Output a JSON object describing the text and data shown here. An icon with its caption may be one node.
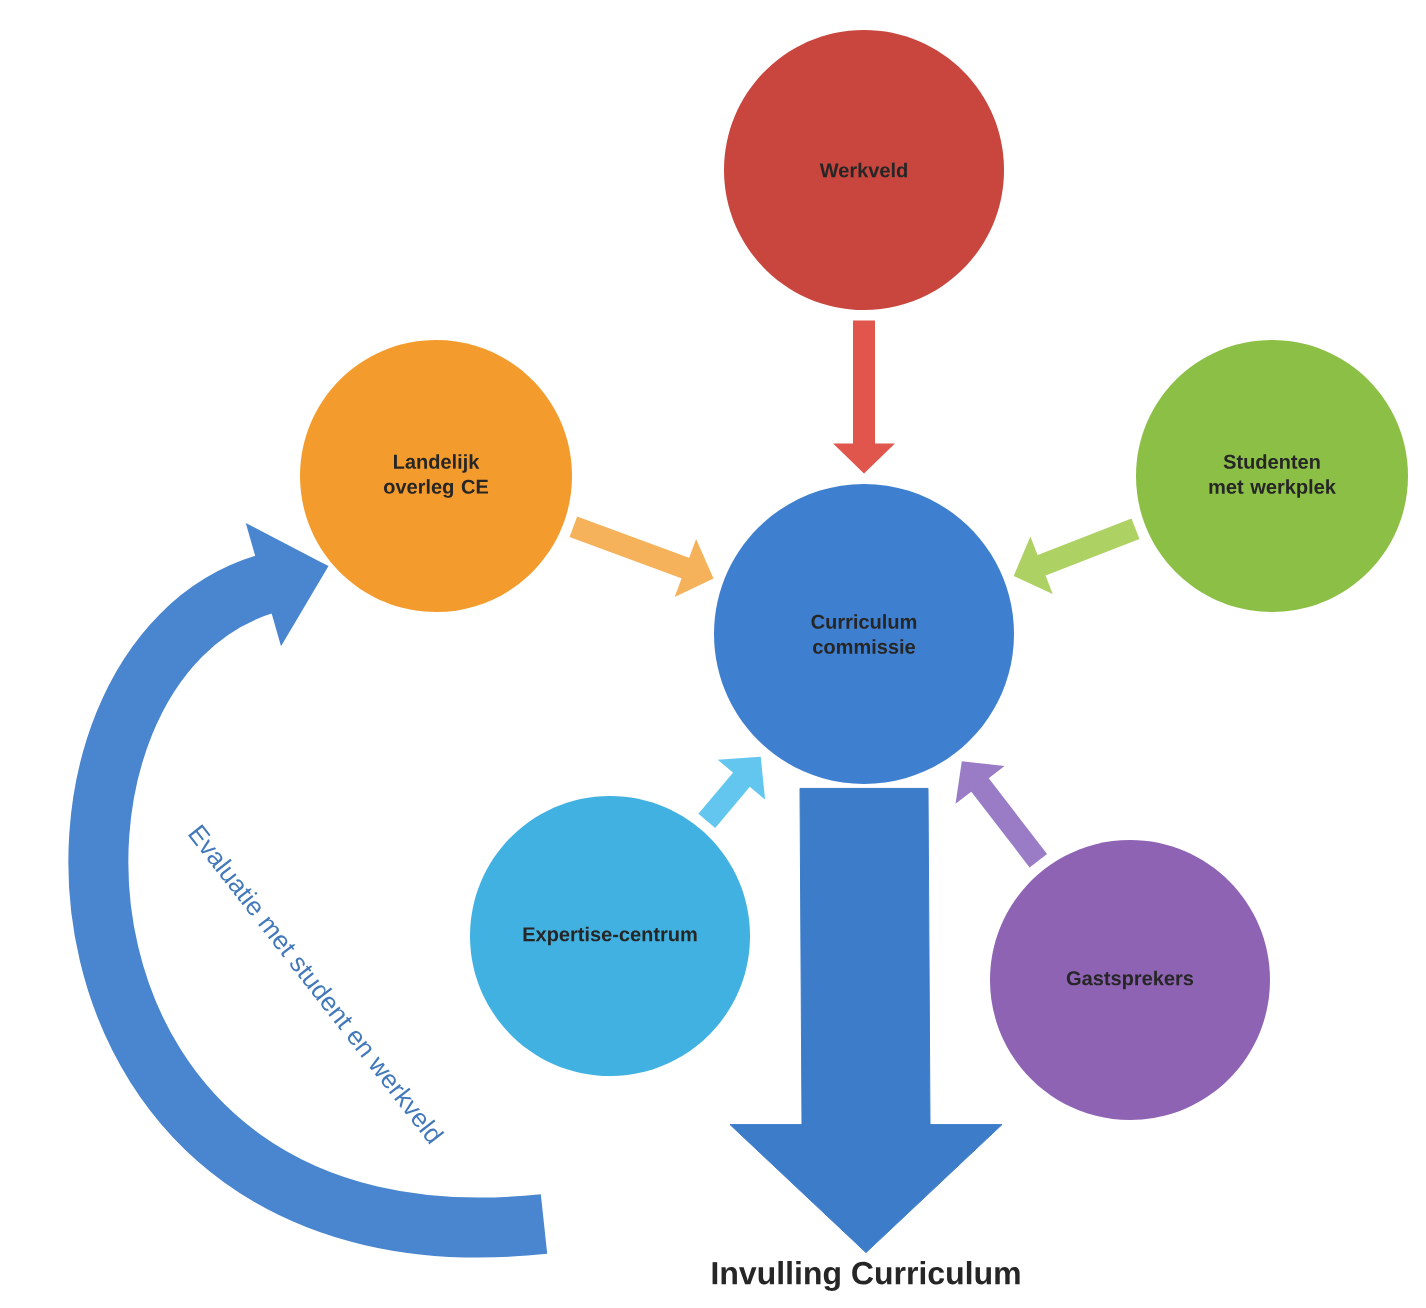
{
  "diagram": {
    "nodes": [
      {
        "text": [
          "Werkveld"
        ]
      },
      {
        "text": [
          "Landelijk overleg CE"
        ]
      },
      {
        "text": [
          "Curriculum commissie"
        ]
      },
      {
        "text": [
          "Studenten met werkplek"
        ]
      },
      {
        "text": [
          "Expertise-centrum"
        ]
      },
      {
        "text": [
          "Gastsprekers"
        ]
      },
      {
        "text": [
          "Invulling Curriculum"
        ]
      }
    ],
    "edges": [
      {
        "from": 0,
        "to": 2,
        "arrow": "to",
        "color": "#e0554c"
      },
      {
        "from": 1,
        "to": 2,
        "arrow": "to",
        "color": "#f5b25a"
      },
      {
        "from": 3,
        "to": 2,
        "arrow": "to",
        "color": "#aed163"
      },
      {
        "from": 4,
        "to": 2,
        "arrow": "to",
        "color": "#62c6ee"
      },
      {
        "from": 5,
        "to": 2,
        "arrow": "to",
        "color": "#9a7cc6"
      },
      {
        "from": 2,
        "to": 6,
        "arrow": "to",
        "style": "thick",
        "color": "#3c7cc9"
      },
      {
        "from": null,
        "to": 1,
        "arrow": "to",
        "style": "thick",
        "color": "#4a86d0",
        "label": "Evaluatie met student en werkveld"
      }
    ]
  }
}
